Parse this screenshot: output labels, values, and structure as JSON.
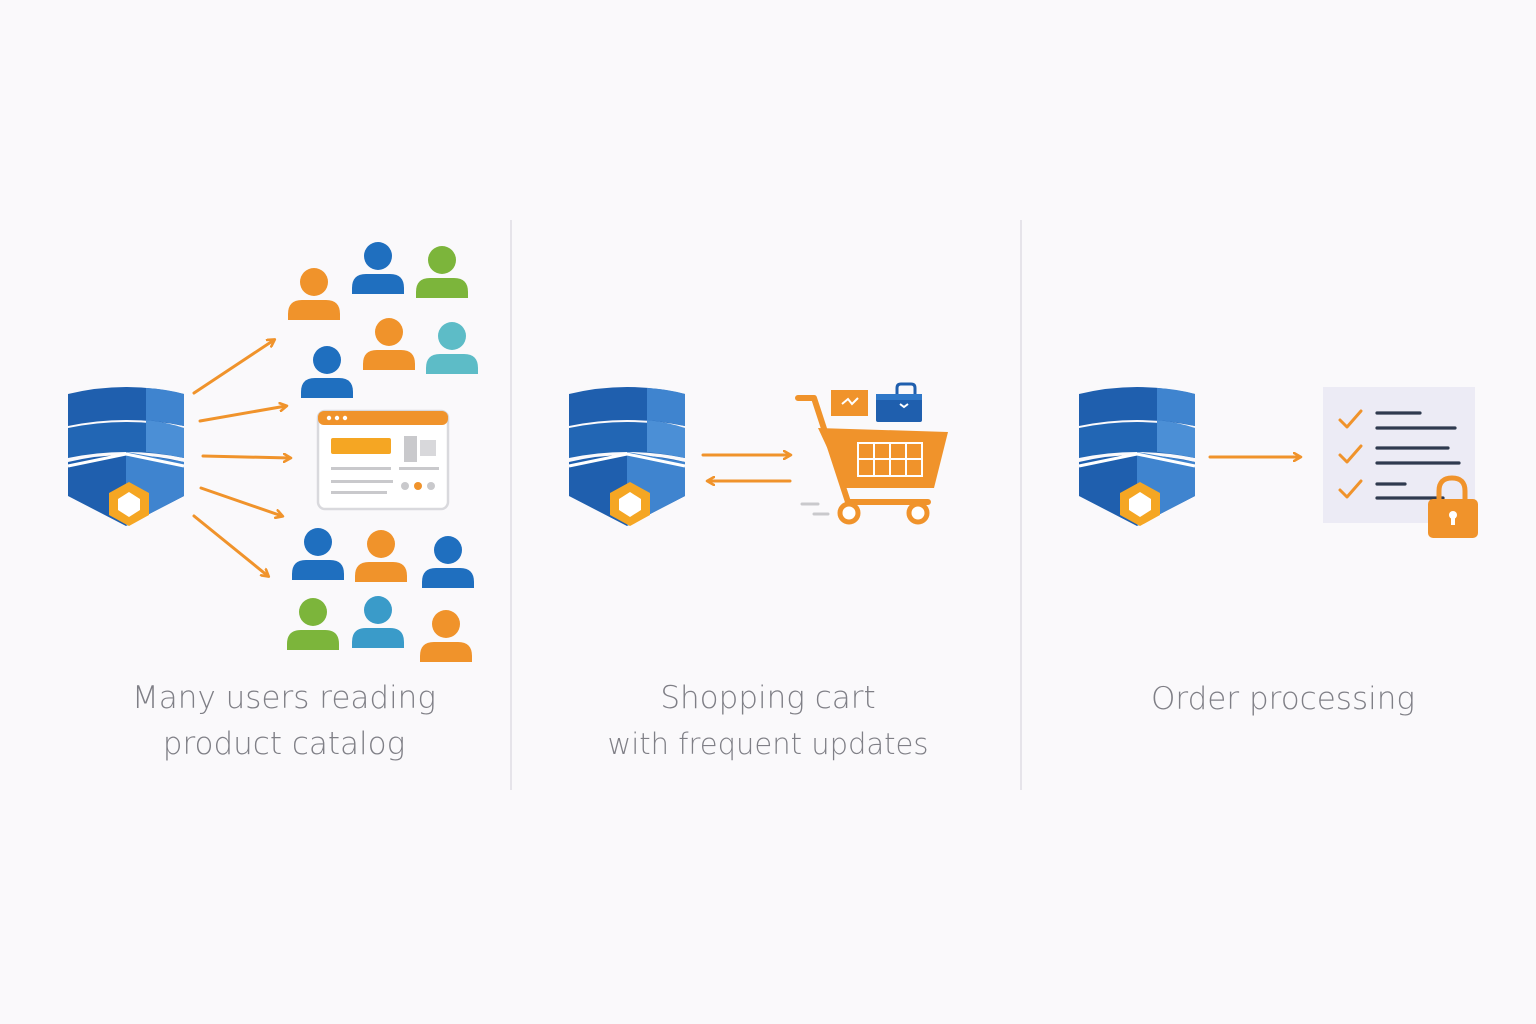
{
  "panels": [
    {
      "caption_line1": "Many users reading",
      "caption_line2": "product catalog"
    },
    {
      "caption_line1": "Shopping cart",
      "caption_line2": "with frequent updates"
    },
    {
      "caption_line1": "Order processing",
      "caption_line2": ""
    }
  ],
  "colors": {
    "background": "#faf9fb",
    "db_blue": "#1f5fae",
    "db_blue_light": "#3f84cf",
    "accent_orange": "#f0932b",
    "hex_yellow": "#f5a623",
    "user_green": "#7cb53b",
    "user_teal": "#5dbcc7",
    "divider": "#e6e4ea",
    "caption_text": "#7f7f86"
  },
  "icons": [
    "database-icon",
    "user-icon",
    "product-catalog-window-icon",
    "shopping-cart-icon",
    "package-icon",
    "shopping-bag-icon",
    "checklist-document-icon",
    "padlock-icon",
    "arrow-icon",
    "bidirectional-arrows-icon"
  ]
}
